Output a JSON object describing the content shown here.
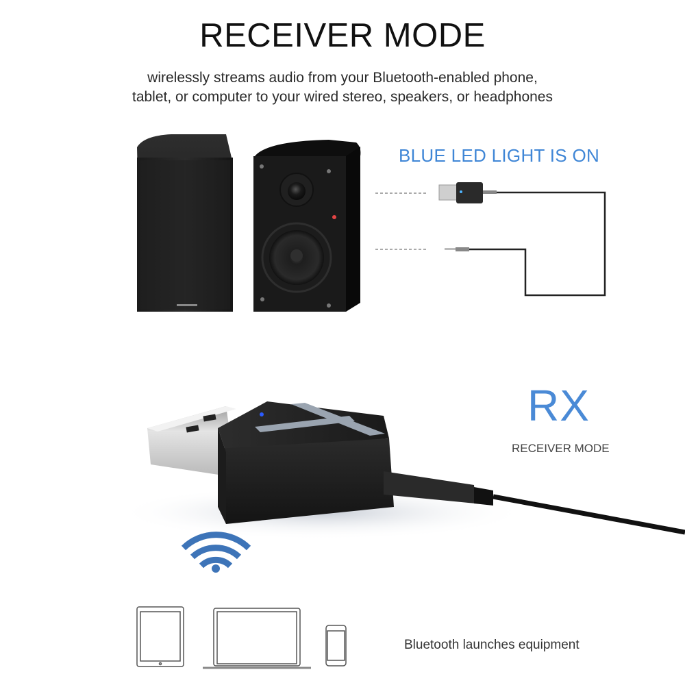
{
  "header": {
    "title": "RECEIVER MODE",
    "description_line1": "wirelessly streams audio from your Bluetooth-enabled phone,",
    "description_line2": "tablet, or computer to your wired stereo, speakers, or headphones"
  },
  "connection_diagram": {
    "led_status": "BLUE LED LIGHT IS ON",
    "accent_color": "#3f86d6",
    "components": [
      "speaker-pair",
      "usb-adapter",
      "3.5mm-aux-plug"
    ]
  },
  "mode_badge": {
    "code": "RX",
    "label": "RECEIVER MODE",
    "color": "#4a8ad6"
  },
  "footer": {
    "icon": "wifi-icon",
    "icon_color": "#3d74b8",
    "devices": [
      "tablet-icon",
      "laptop-icon",
      "phone-icon"
    ],
    "caption": "Bluetooth launches equipment"
  }
}
